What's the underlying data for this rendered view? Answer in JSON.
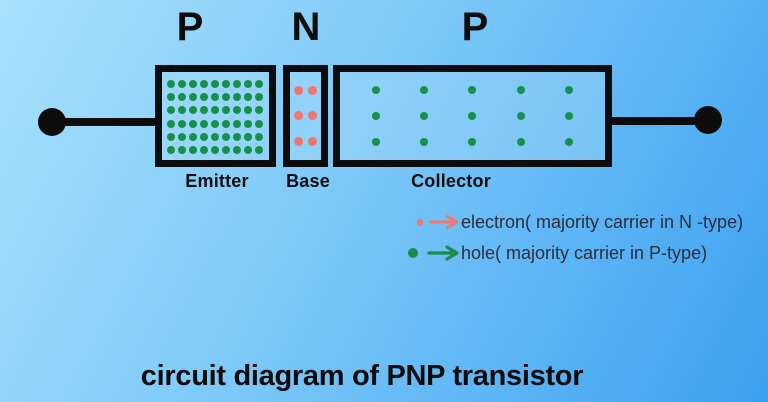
{
  "title": "circuit diagram of PNP transistor",
  "regions": {
    "emitter": {
      "type_label": "P",
      "name_label": "Emitter",
      "dots": {
        "rows": 6,
        "cols": 9,
        "size": 8,
        "color": "#17914a",
        "name": "hole-dot"
      }
    },
    "base": {
      "type_label": "N",
      "name_label": "Base",
      "dots": {
        "rows": 3,
        "cols": 2,
        "size": 9,
        "color": "#f4746e",
        "name": "electron-dot"
      }
    },
    "collector": {
      "type_label": "P",
      "name_label": "Collector",
      "dots": {
        "rows": 3,
        "cols": 5,
        "size": 8,
        "color": "#17914a",
        "name": "hole-dot"
      }
    }
  },
  "legend": {
    "items": [
      {
        "symbol": "electron-dot-arrow",
        "marker_color": "#f4746e",
        "label": "electron( majority carrier in N -type)"
      },
      {
        "symbol": "hole-dot-arrow",
        "marker_color": "#1a8c46",
        "label": "hole( majority carrier in P-type)"
      }
    ]
  },
  "colors": {
    "background_top_left": "#a9e1fc",
    "background_bottom_right": "#3aa0f0",
    "outline_black": "#0c0c0c",
    "hole_green": "#17914a",
    "electron_pink": "#f4746e",
    "legend_text": "#2c2c3e"
  }
}
